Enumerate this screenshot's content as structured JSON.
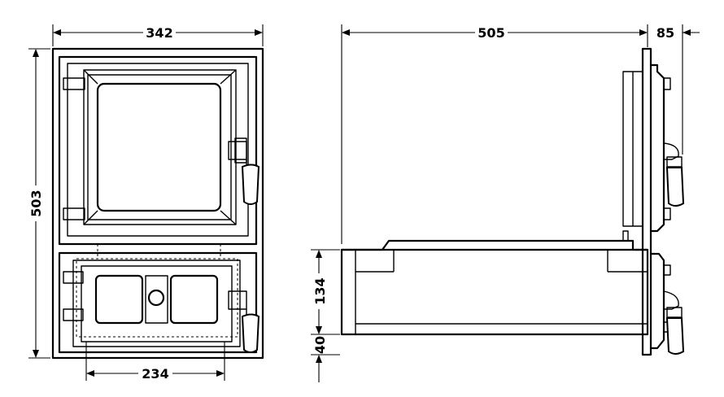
{
  "dimensions": {
    "width_front": "342",
    "height_front": "503",
    "width_lower_opening": "234",
    "depth_side": "505",
    "handle_projection": "85",
    "lower_opening_height": "134",
    "lower_offset": "40"
  }
}
